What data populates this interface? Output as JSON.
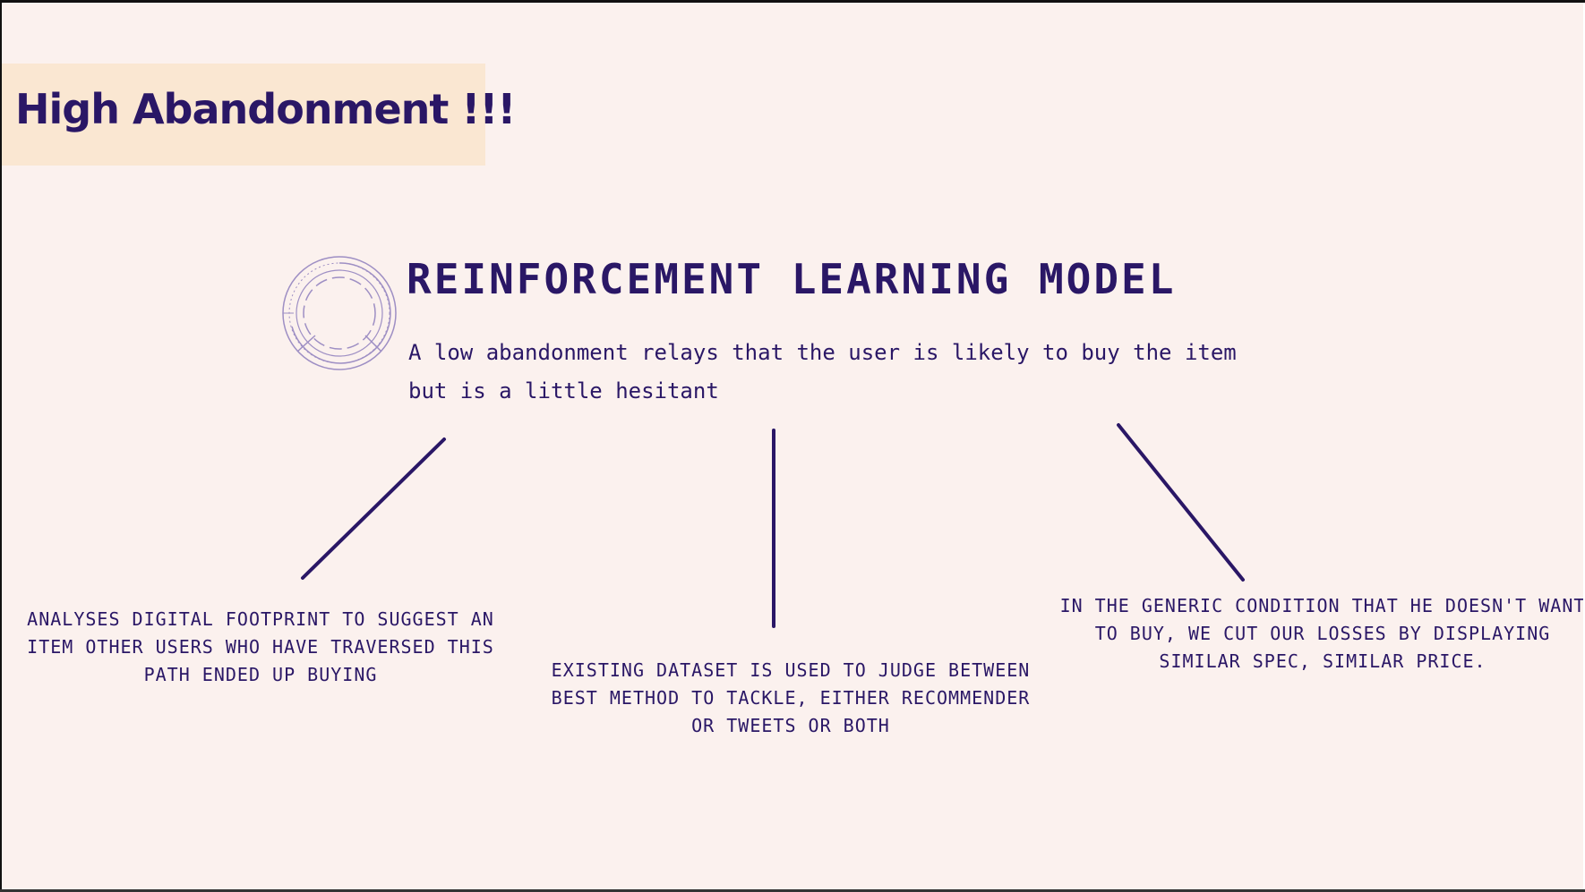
{
  "slide": {
    "title": "High Abandonment !!!",
    "heading": "REINFORCEMENT LEARNING MODEL",
    "description": "A low abandonment relays that the user is likely to buy the item but is a little hesitant",
    "emblem_icon": "concentric-circles-icon",
    "branches": [
      {
        "text": "ANALYSES DIGITAL FOOTPRINT TO SUGGEST AN ITEM OTHER USERS WHO HAVE TRAVERSED THIS PATH ENDED UP BUYING"
      },
      {
        "text": "EXISTING DATASET IS USED TO JUDGE BETWEEN BEST METHOD TO TACKLE, EITHER RECOMMENDER OR TWEETS OR BOTH"
      },
      {
        "text": "IN THE GENERIC CONDITION THAT HE DOESN'T WANT TO BUY, WE CUT OUR LOSSES BY DISPLAYING SIMILAR SPEC, SIMILAR PRICE."
      }
    ]
  },
  "colors": {
    "background": "#fbf1ee",
    "title_box": "#fae7d2",
    "text": "#2a1766",
    "emblem": "#9e8fc4"
  }
}
